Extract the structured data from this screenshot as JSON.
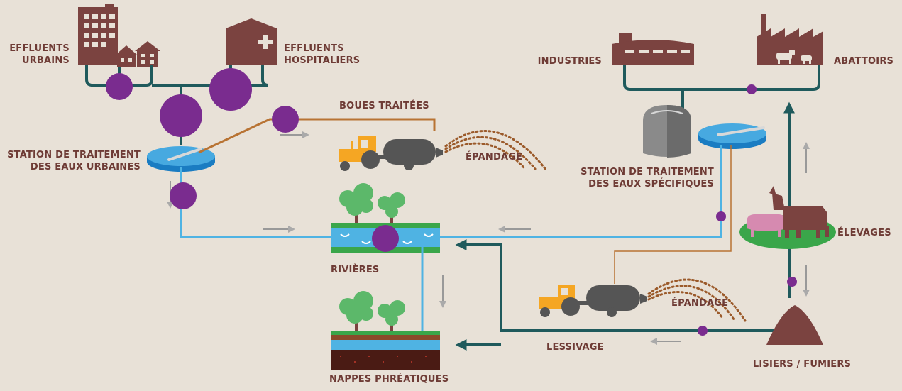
{
  "labels": {
    "effluents_urbains": [
      "EFFLUENTS",
      "URBAINS"
    ],
    "effluents_hospitaliers": [
      "EFFLUENTS",
      "HOSPITALIERS"
    ],
    "station_urbaine": [
      "STATION DE TRAITEMENT",
      "DES EAUX URBAINES"
    ],
    "boues_traitees": "BOUES TRAITÉES",
    "epandage_1": "ÉPANDAGE",
    "rivieres": "RIVIÈRES",
    "nappes": "NAPPES PHRÉATIQUES",
    "industries": "INDUSTRIES",
    "abattoirs": "ABATTOIRS",
    "station_specifique": [
      "STATION DE TRAITEMENT",
      "DES EAUX SPÉCIFIQUES"
    ],
    "elevages": "ÉLEVAGES",
    "epandage_2": "ÉPANDAGE",
    "lessivage": "LESSIVAGE",
    "lisiers": "LISIERS / FUMIERS"
  },
  "colors": {
    "background": "#e8e1d7",
    "building": "#7b4340",
    "pipe_dark": "#1f5a5c",
    "pipe_water": "#4fb3e3",
    "sludge_line": "#b87333",
    "contamination": "#7a2c8f",
    "tree": "#5cb86a",
    "grass": "#3aa64a",
    "tractor": "#f5a623",
    "tank": "#555555",
    "label_text": "#6e3b35"
  }
}
